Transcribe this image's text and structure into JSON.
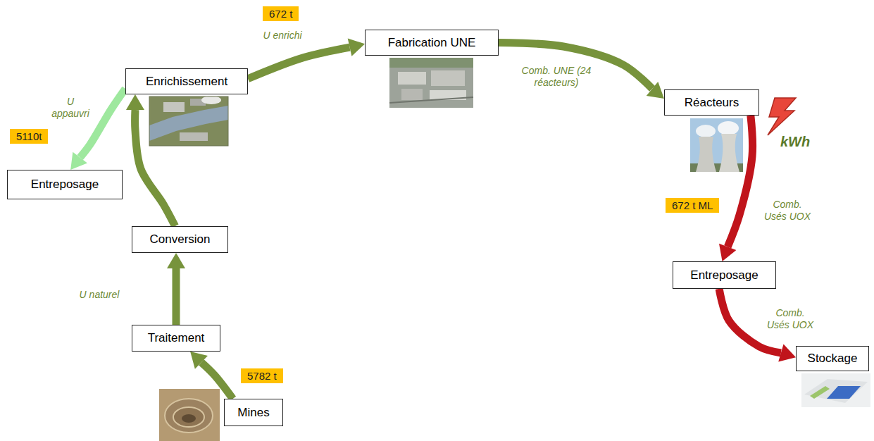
{
  "diagram": {
    "nodes": [
      {
        "text": [
          "Fabrication UNE"
        ]
      },
      {
        "text": [
          "Enrichissement"
        ]
      },
      {
        "text": [
          "Réacteurs"
        ]
      },
      {
        "text": [
          "Entreposage"
        ]
      },
      {
        "text": [
          "Conversion"
        ]
      },
      {
        "text": [
          "Entreposage"
        ]
      },
      {
        "text": [
          "Traitement"
        ]
      },
      {
        "text": [
          "Stockage"
        ]
      },
      {
        "text": [
          "Mines"
        ]
      }
    ],
    "edges": [
      {
        "from": 8,
        "to": 6,
        "arrow": "to"
      },
      {
        "from": 6,
        "to": 4,
        "label": "U naturel",
        "arrow": "to"
      },
      {
        "from": 4,
        "to": 1,
        "arrow": "to"
      },
      {
        "from": 1,
        "to": 3,
        "label": "U appauvri",
        "arrow": "to"
      },
      {
        "from": 1,
        "to": 0,
        "label": "U enrichi",
        "arrow": "to"
      },
      {
        "from": 0,
        "to": 2,
        "label": "Comb. UNE (24 réacteurs)",
        "arrow": "to"
      },
      {
        "from": 2,
        "to": 5,
        "label": "Comb. Usés UOX",
        "arrow": "to"
      },
      {
        "from": 5,
        "to": 7,
        "label": "Comb. Usés UOX",
        "arrow": "to"
      }
    ],
    "labels": [
      "672 t",
      "5110t",
      "5782 t",
      "672 t ML",
      "kWh"
    ]
  }
}
